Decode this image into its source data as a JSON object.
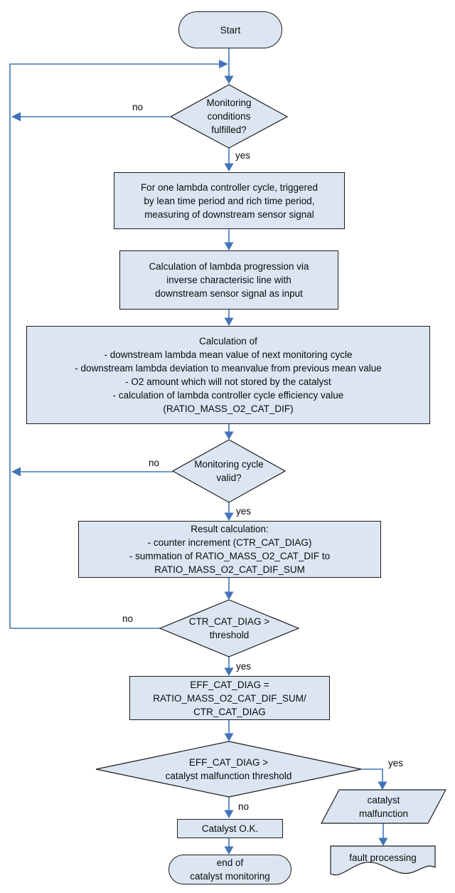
{
  "colors": {
    "background": "#ffffff",
    "shape_fill": "#dce6f2",
    "shape_border": "#1c1c1c",
    "connector": "#4274b9",
    "text": "#0b0b0b"
  },
  "nodes": {
    "start": {
      "label": "Start"
    },
    "monitoring_conditions": {
      "lines": [
        "Monitoring",
        "conditions",
        "fulfilled?"
      ]
    },
    "measure_box": {
      "lines": [
        "For one lambda controller cycle, triggered",
        "by lean time period and rich time period,",
        "measuring of downstream sensor signal"
      ]
    },
    "lambda_progression_box": {
      "lines": [
        "Calculation of lambda progression via",
        "inverse characterisic line with",
        "downstream sensor signal as input"
      ]
    },
    "calculation_box": {
      "lines": [
        "Calculation of",
        "- downstream lambda mean value of next monitoring cycle",
        "- downstream lambda deviation to meanvalue from previous mean value",
        "- O2 amount which will not stored by the catalyst",
        "- calculation of lambda controller cycle efficiency value",
        "(RATIO_MASS_O2_CAT_DIF)"
      ]
    },
    "cycle_valid": {
      "lines": [
        "Monitoring cycle",
        "valid?"
      ]
    },
    "result_box": {
      "lines": [
        "Result calculation:",
        "- counter increment (CTR_CAT_DIAG)",
        "- summation of RATIO_MASS_O2_CAT_DIF to",
        "RATIO_MASS_O2_CAT_DIF_SUM"
      ]
    },
    "counter_threshold": {
      "lines": [
        "CTR_CAT_DIAG >",
        "threshold"
      ]
    },
    "eff_box": {
      "lines": [
        "EFF_CAT_DIAG =",
        "RATIO_MASS_O2_CAT_DIF_SUM/",
        "CTR_CAT_DIAG"
      ]
    },
    "malfunction_threshold": {
      "lines": [
        "EFF_CAT_DIAG >",
        "catalyst malfunction threshold"
      ]
    },
    "catalyst_malfunction": {
      "lines": [
        "catalyst",
        "malfunction"
      ]
    },
    "catalyst_ok": {
      "label": "Catalyst O.K."
    },
    "fault_processing": {
      "label": "fault processing"
    },
    "end": {
      "lines": [
        "end of",
        "catalyst monitoring"
      ]
    }
  },
  "branch_labels": {
    "monitoring_conditions_no": "no",
    "monitoring_conditions_yes": "yes",
    "cycle_valid_no": "no",
    "cycle_valid_yes": "yes",
    "counter_threshold_no": "no",
    "counter_threshold_yes": "yes",
    "malfunction_threshold_no": "no",
    "malfunction_threshold_yes": "yes"
  }
}
